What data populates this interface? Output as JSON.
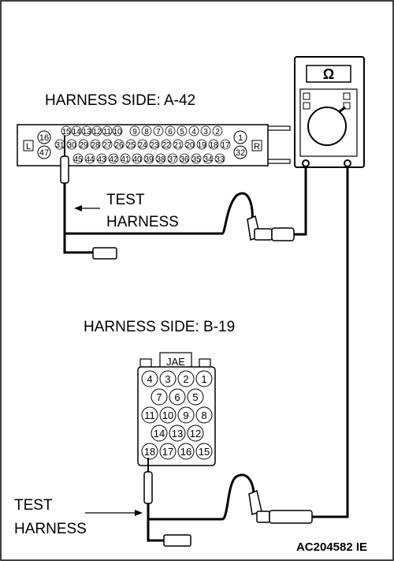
{
  "connector_a": {
    "label": "HARNESS SIDE: A-42",
    "side_left": "L",
    "side_right": "R",
    "top_row": [
      "15",
      "14",
      "13",
      "12",
      "11",
      "10",
      "9",
      "8",
      "7",
      "6",
      "5",
      "4",
      "3",
      "2"
    ],
    "mid_row": [
      "31",
      "30",
      "29",
      "28",
      "27",
      "26",
      "25",
      "24",
      "23",
      "22",
      "21",
      "20",
      "19",
      "18",
      "17"
    ],
    "bottom_row": [
      "45",
      "44",
      "43",
      "42",
      "41",
      "40",
      "39",
      "38",
      "37",
      "36",
      "35",
      "34",
      "33"
    ],
    "left_pins": [
      "16",
      "47"
    ],
    "right_pins": [
      "1",
      "32"
    ]
  },
  "test_harness_upper": {
    "line1": "TEST",
    "line2": "HARNESS"
  },
  "connector_b": {
    "label": "HARNESS SIDE: B-19",
    "tag": "JAE",
    "rows": [
      [
        "4",
        "3",
        "2",
        "1"
      ],
      [
        "7",
        "6",
        "5"
      ],
      [
        "11",
        "10",
        "9",
        "8"
      ],
      [
        "14",
        "13",
        "12"
      ],
      [
        "18",
        "17",
        "16",
        "15"
      ]
    ]
  },
  "test_harness_lower": {
    "line1": "TEST",
    "line2": "HARNESS"
  },
  "meter": {
    "symbol": "Ω"
  },
  "figure_code": "AC204582 IE"
}
